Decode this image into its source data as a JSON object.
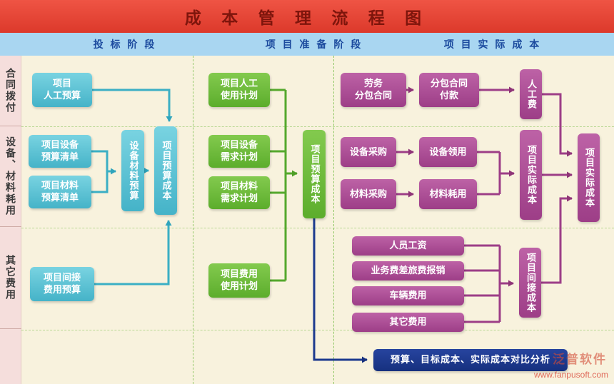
{
  "title": "成 本 管 理 流 程 图",
  "header": {
    "phase1": "投 标 阶 段",
    "phase2": "项 目 准 备 阶 段",
    "phase3": "项 目 实 际 成 本"
  },
  "rows": {
    "r1": "合同拨付",
    "r2": "设备、材料耗用",
    "r3": "其它费用"
  },
  "nodes": {
    "labor_budget": "项目\n人工预算",
    "labor_plan": "项目人工\n使用计划",
    "labor_subcontract": "劳务\n分包合同",
    "subcontract_payment": "分包合同\n付款",
    "labor_fee": "人工费",
    "equip_budget_list": "项目设备\n预算清单",
    "material_budget_list": "项目材料\n预算清单",
    "equip_material_budget": "设备材料预算",
    "project_budget_cost_bid": "项目预算成本",
    "equip_demand_plan": "项目设备\n需求计划",
    "material_demand_plan": "项目材料\n需求计划",
    "project_budget_cost_prep": "项目预算成本",
    "equip_purchase": "设备采购",
    "equip_requisition": "设备领用",
    "material_purchase": "材料采购",
    "material_consumption": "材料耗用",
    "project_actual_cost_mid": "项目实际成本",
    "project_actual_cost_total": "项目实际成本",
    "indirect_expense_budget": "项目间接\n费用预算",
    "expense_use_plan": "项目费用\n使用计划",
    "staff_salary": "人员工资",
    "travel_expense": "业务费差旅费报销",
    "vehicle_expense": "车辆费用",
    "other_expense": "其它费用",
    "project_indirect_cost": "项目间接成本",
    "comparison": "预算、目标成本、实际成本对比分析"
  },
  "watermark": {
    "brand": "泛普软件",
    "url": "www.fanpusoft.com"
  },
  "colors": {
    "banner": "#e34534",
    "banner_title": "#7e150c",
    "phasebar_bg": "#a9d6f1",
    "phasebar_text": "#1b4a9e",
    "sidebar_bg": "#f5dedc",
    "canvas_bg": "#f8f2dd",
    "cyan": "#4fbccf",
    "green": "#68b935",
    "purple": "#a8488f",
    "navy": "#1d3a8f",
    "dash_green": "#7cbf4e"
  }
}
